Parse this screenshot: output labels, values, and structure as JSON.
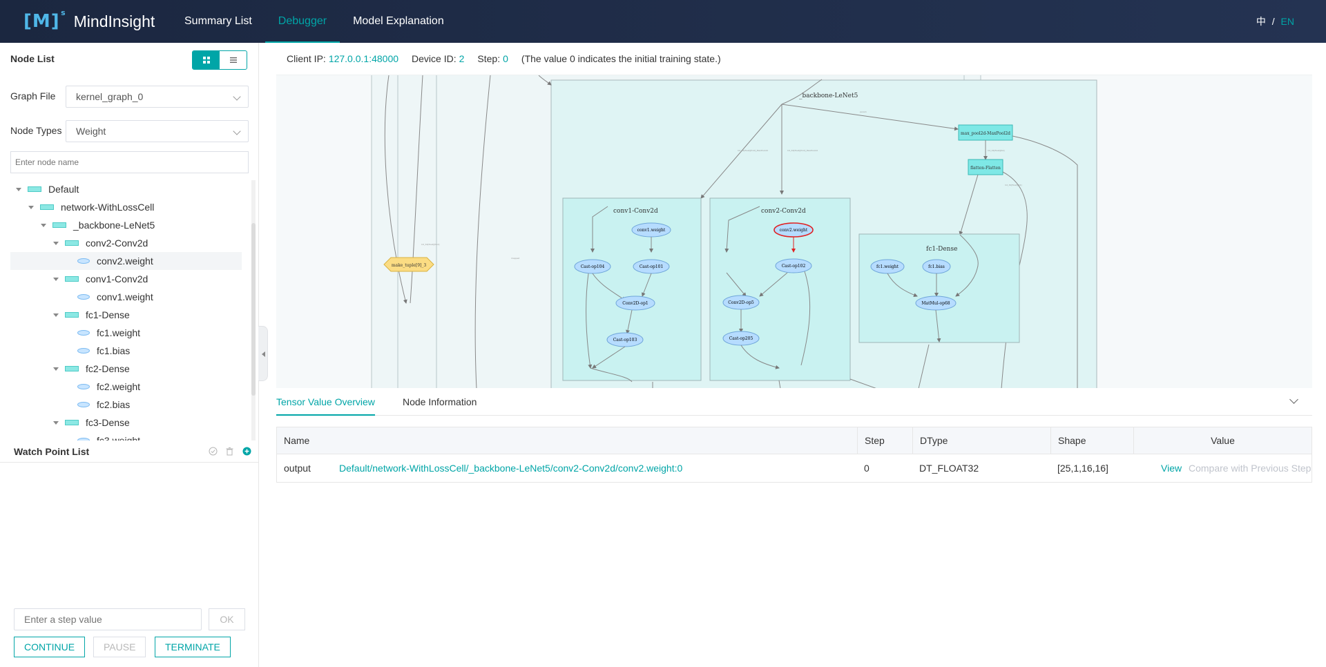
{
  "app": {
    "logo_mark": "[M]",
    "logo_sup": "s",
    "name": "MindInsight",
    "nav": [
      {
        "label": "Summary List"
      },
      {
        "label": "Debugger"
      },
      {
        "label": "Model Explanation"
      }
    ],
    "lang_zh": "中",
    "lang_sep": "/",
    "lang_en": "EN"
  },
  "left": {
    "title": "Node List",
    "graph_file_label": "Graph File",
    "graph_file_value": "kernel_graph_0",
    "node_types_label": "Node Types",
    "node_types_value": "Weight",
    "search_placeholder": "Enter node name",
    "tree": [
      {
        "label": "Default",
        "level": 0,
        "type": "scope",
        "expanded": true
      },
      {
        "label": "network-WithLossCell",
        "level": 1,
        "type": "scope",
        "expanded": true
      },
      {
        "label": "_backbone-LeNet5",
        "level": 2,
        "type": "scope",
        "expanded": true
      },
      {
        "label": "conv2-Conv2d",
        "level": 3,
        "type": "scope",
        "expanded": true
      },
      {
        "label": "conv2.weight",
        "level": 4,
        "type": "param",
        "selected": true
      },
      {
        "label": "conv1-Conv2d",
        "level": 3,
        "type": "scope",
        "expanded": true
      },
      {
        "label": "conv1.weight",
        "level": 4,
        "type": "param"
      },
      {
        "label": "fc1-Dense",
        "level": 3,
        "type": "scope",
        "expanded": true
      },
      {
        "label": "fc1.weight",
        "level": 4,
        "type": "param"
      },
      {
        "label": "fc1.bias",
        "level": 4,
        "type": "param"
      },
      {
        "label": "fc2-Dense",
        "level": 3,
        "type": "scope",
        "expanded": true
      },
      {
        "label": "fc2.weight",
        "level": 4,
        "type": "param"
      },
      {
        "label": "fc2.bias",
        "level": 4,
        "type": "param"
      },
      {
        "label": "fc3-Dense",
        "level": 3,
        "type": "scope",
        "expanded": true
      },
      {
        "label": "fc3.weight",
        "level": 4,
        "type": "param"
      }
    ],
    "watch_point_title": "Watch Point List",
    "step_placeholder": "Enter a step value",
    "ok_label": "OK",
    "continue_label": "CONTINUE",
    "pause_label": "PAUSE",
    "terminate_label": "TERMINATE"
  },
  "info": {
    "client_ip_label": "Client IP:",
    "client_ip": "127.0.0.1:48000",
    "device_id_label": "Device ID:",
    "device_id": "2",
    "step_label": "Step:",
    "step": "0",
    "note": "(The value 0 indicates the initial training state.)"
  },
  "graph": {
    "scopes": {
      "backbone": "_backbone-LeNet5",
      "conv1": "conv1-Conv2d",
      "conv2": "conv2-Conv2d",
      "fc1": "fc1-Dense"
    },
    "nodes": {
      "maxpool": "max_pool2d-MaxPool2d",
      "flatten": "flatten-Flatten",
      "make_tuple": "make_tuple[9]_3",
      "conv1_weight": "conv1.weight",
      "cast104": "Cast-op104",
      "cast101": "Cast-op101",
      "conv2d1": "Conv2D-op1",
      "cast103": "Cast-op103",
      "conv2_weight": "conv2.weight",
      "cast102": "Cast-op102",
      "conv2d5": "Conv2D-op5",
      "cast205": "Cast-op205",
      "fc1_weight": "fc1.weight",
      "fc1_bias": "fc1.bias",
      "matmul": "MatMul-op68"
    },
    "colors": {
      "scope_outer": "#dff4f4",
      "scope_inner": "#c9f2f1",
      "node_param": "#b6dcff",
      "highlight": "#e02020",
      "op_box": "#7ee8e6",
      "tuple": "#fbdc83"
    }
  },
  "tabs": {
    "tensor": "Tensor Value Overview",
    "node_info": "Node Information"
  },
  "table": {
    "headers": {
      "name": "Name",
      "step": "Step",
      "dtype": "DType",
      "shape": "Shape",
      "value": "Value"
    },
    "rows": [
      {
        "name": "output",
        "path": "Default/network-WithLossCell/_backbone-LeNet5/conv2-Conv2d/conv2.weight:0",
        "step": "0",
        "dtype": "DT_FLOAT32",
        "shape": "[25,1,16,16]",
        "view": "View",
        "compare": "Compare with Previous Step"
      }
    ]
  }
}
